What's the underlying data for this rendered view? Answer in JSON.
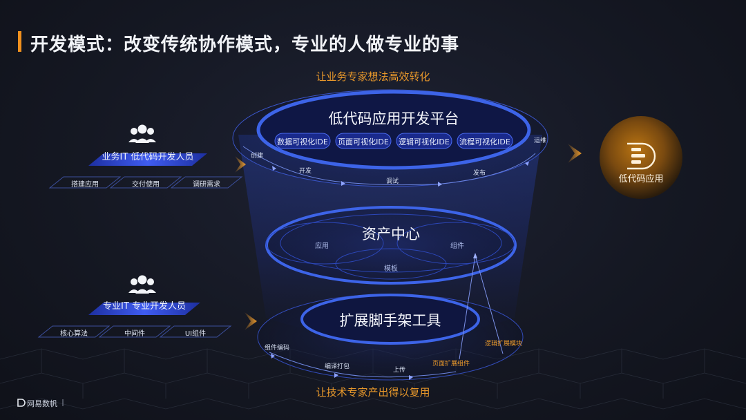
{
  "title": {
    "part1": "开发模式",
    "separator": "：",
    "part2": "改变传统协作模式，专业的人做专业的事"
  },
  "slogans": {
    "top": "让业务专家想法高效转化",
    "bottom": "让技术专家产出得以复用"
  },
  "roles": {
    "business": {
      "label": "业务IT 低代码开发人员",
      "tasks": [
        "搭建应用",
        "交付使用",
        "调研需求"
      ]
    },
    "professional": {
      "label": "专业IT 专业开发人员",
      "tasks": [
        "核心算法",
        "中间件",
        "UI组件"
      ]
    }
  },
  "platform": {
    "title": "低代码应用开发平台",
    "ides": [
      "数据可视化IDE",
      "页面可视化IDE",
      "逻辑可视化IDE",
      "流程可视化IDE"
    ],
    "cycle": [
      "创建",
      "开发",
      "调试",
      "发布",
      "运维"
    ]
  },
  "asset_center": {
    "title": "资产中心",
    "items": [
      "应用",
      "组件",
      "模板"
    ]
  },
  "scaffold": {
    "title": "扩展脚手架工具",
    "cycle": [
      "组件编码",
      "编译打包",
      "上传"
    ],
    "extensions": [
      "页面扩展组件",
      "逻辑扩展模块"
    ]
  },
  "output": {
    "label": "低代码应用"
  },
  "brand": {
    "name": "网易数帆"
  },
  "colors": {
    "accent": "#e8982b",
    "ring_blue": "#3d64e8",
    "background": "#151823"
  }
}
